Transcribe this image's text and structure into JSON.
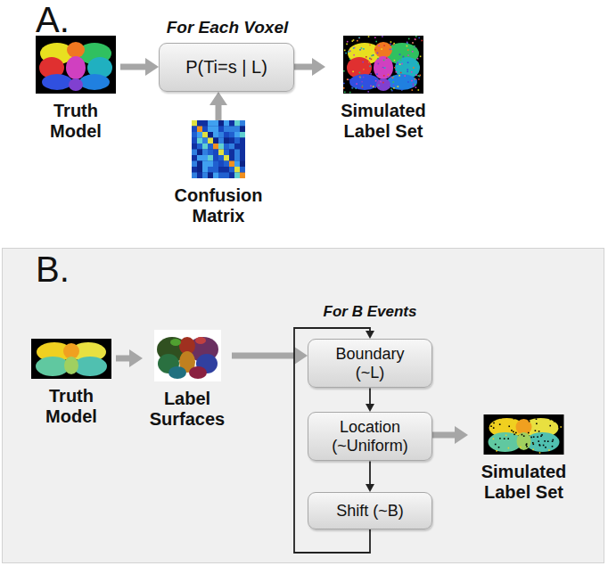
{
  "diagram": {
    "nodes": [
      {
        "text": [
          "Truth Model"
        ]
      },
      {
        "text": [
          "P(Ti=s | L)"
        ]
      },
      {
        "text": [
          "Simulated Label Set"
        ]
      },
      {
        "text": [
          "Confusion Matrix"
        ]
      },
      {
        "text": [
          "Truth Model"
        ]
      },
      {
        "text": [
          "Label Surfaces"
        ]
      },
      {
        "text": [
          "Boundary (~L)"
        ]
      },
      {
        "text": [
          "Location (~Uniform)"
        ]
      },
      {
        "text": [
          "Shift (~B)"
        ]
      },
      {
        "text": [
          "Simulated Label Set"
        ]
      }
    ],
    "edges": [
      {
        "from": 0,
        "to": 1,
        "arrow": "to"
      },
      {
        "from": 1,
        "to": 2,
        "arrow": "to"
      },
      {
        "from": 3,
        "to": 1,
        "arrow": "to"
      },
      {
        "from": 4,
        "to": 5,
        "arrow": "to"
      },
      {
        "from": 5,
        "to": 6,
        "arrow": "to"
      },
      {
        "from": 6,
        "to": 7,
        "arrow": "to"
      },
      {
        "from": 7,
        "to": 8,
        "arrow": "to"
      },
      {
        "from": 8,
        "to": 6,
        "arrow": "to"
      },
      {
        "from": 7,
        "to": 9,
        "arrow": "to"
      }
    ],
    "labels": [
      "A.",
      "For Each Voxel",
      "B.",
      "For B Events"
    ]
  }
}
